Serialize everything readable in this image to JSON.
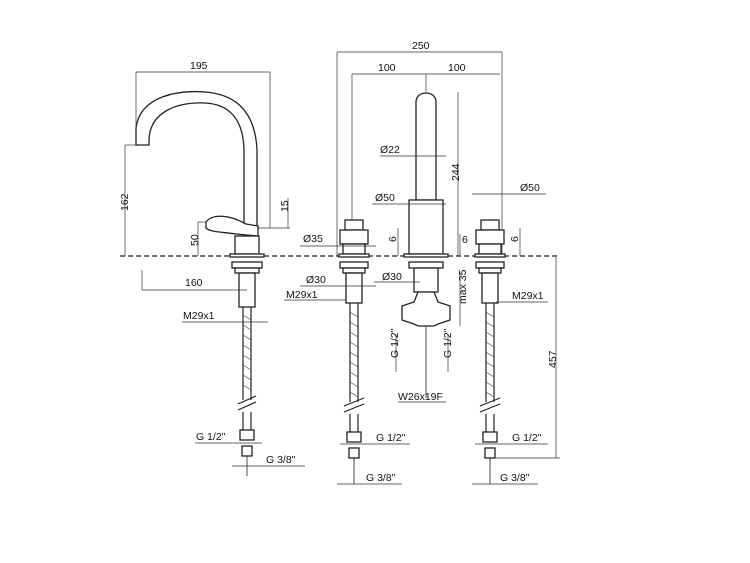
{
  "dimensions": {
    "spout_reach": "195",
    "spout_height": "162",
    "lever_height": "50",
    "lever_offset": "15",
    "lever_reach": "160",
    "mixer_thread": "M29x1",
    "mixer_thread_lower": "M29x1",
    "mixer_g_half": "G 1/2\"",
    "mixer_g_three_eighths": "G 3/8\"",
    "overall_width": "250",
    "left_spacing": "100",
    "right_spacing": "100",
    "spout_diameter": "Ø22",
    "spout_body_height": "244",
    "spout_base_diameter": "Ø50",
    "left_handle_diameter": "Ø35",
    "left_rosette_height": "6",
    "center_rosette_height": "6",
    "left_shank_diameter": "Ø30",
    "center_shank_diameter": "Ø30",
    "left_thread": "M29x1",
    "left_inlet_half": "G 1/2\"",
    "left_outlet_three_eighths": "G 3/8\"",
    "center_max_depth": "max 35",
    "center_g_half_left": "G 1/2\"",
    "center_g_half_right": "G 1/2\"",
    "center_outlet_thread": "W26x19F",
    "right_base_diameter": "Ø50",
    "right_rosette_height": "6",
    "right_thread": "M29x1",
    "right_hose_length": "457",
    "right_inlet_half": "G 1/2\"",
    "right_outlet_three_eighths": "G 3/8\""
  }
}
